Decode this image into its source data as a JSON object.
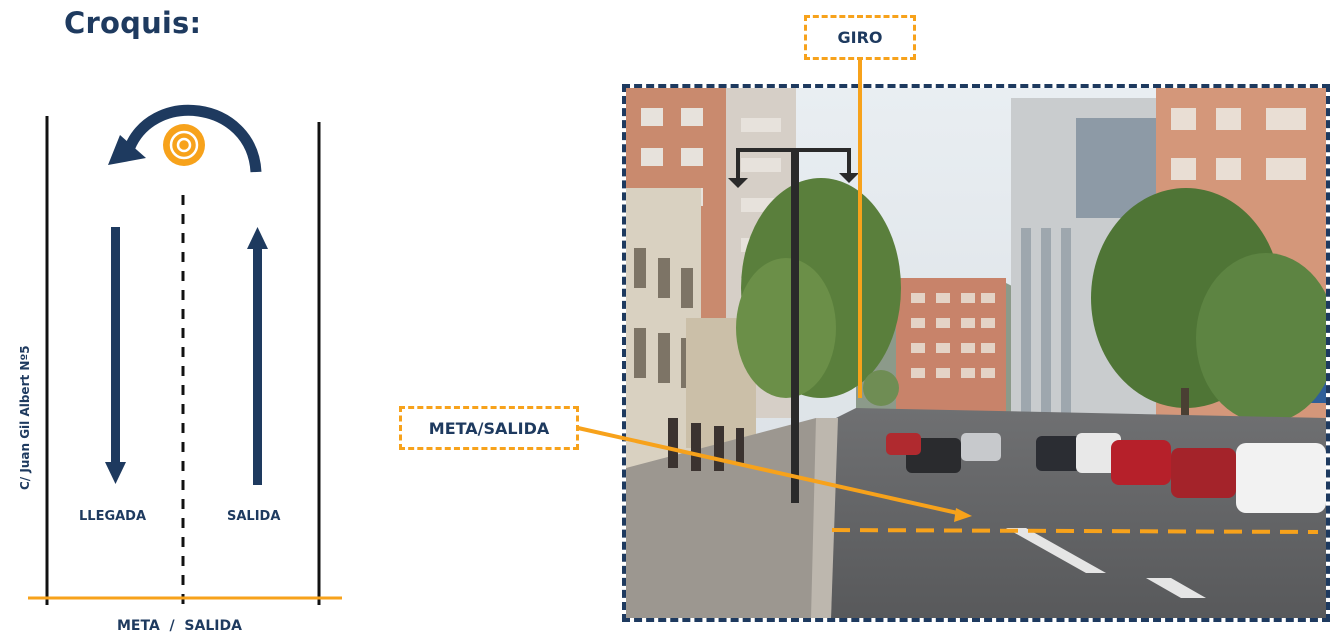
{
  "title": "Croquis:",
  "sketch": {
    "left_label": "LLEGADA",
    "right_label": "SALIDA",
    "bottom_label": "META  /  SALIDA",
    "street_label": "C/ Juan Gil Albert Nº5",
    "colors": {
      "navy": "#1e3a5f",
      "orange": "#f7a21b"
    }
  },
  "photo_callouts": {
    "turn": "GIRO",
    "finish_start": "META/SALIDA"
  }
}
